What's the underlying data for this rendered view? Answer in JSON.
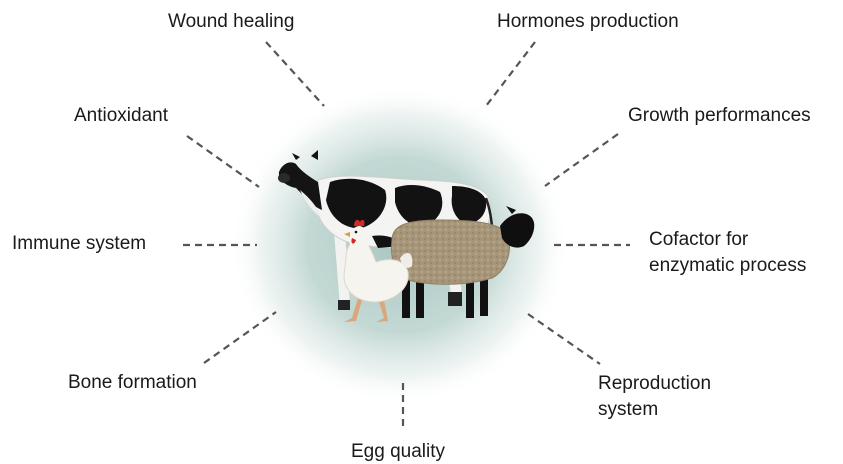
{
  "diagram": {
    "center_image": "livestock-group-cow-sheep-chicken",
    "halo_color": "#a9c6c1",
    "line_color": "#555555",
    "functions": [
      {
        "key": "wound-healing",
        "lines": [
          "Wound healing"
        ]
      },
      {
        "key": "hormones-production",
        "lines": [
          "Hormones production"
        ]
      },
      {
        "key": "antioxidant",
        "lines": [
          "Antioxidant"
        ]
      },
      {
        "key": "growth-performances",
        "lines": [
          "Growth performances"
        ]
      },
      {
        "key": "immune-system",
        "lines": [
          "Immune system"
        ]
      },
      {
        "key": "cofactor-enzymatic",
        "lines": [
          "Cofactor for",
          "enzymatic process"
        ]
      },
      {
        "key": "bone-formation",
        "lines": [
          "Bone formation"
        ]
      },
      {
        "key": "reproduction-system",
        "lines": [
          "Reproduction",
          "system"
        ]
      },
      {
        "key": "egg-quality",
        "lines": [
          "Egg quality"
        ]
      }
    ]
  }
}
